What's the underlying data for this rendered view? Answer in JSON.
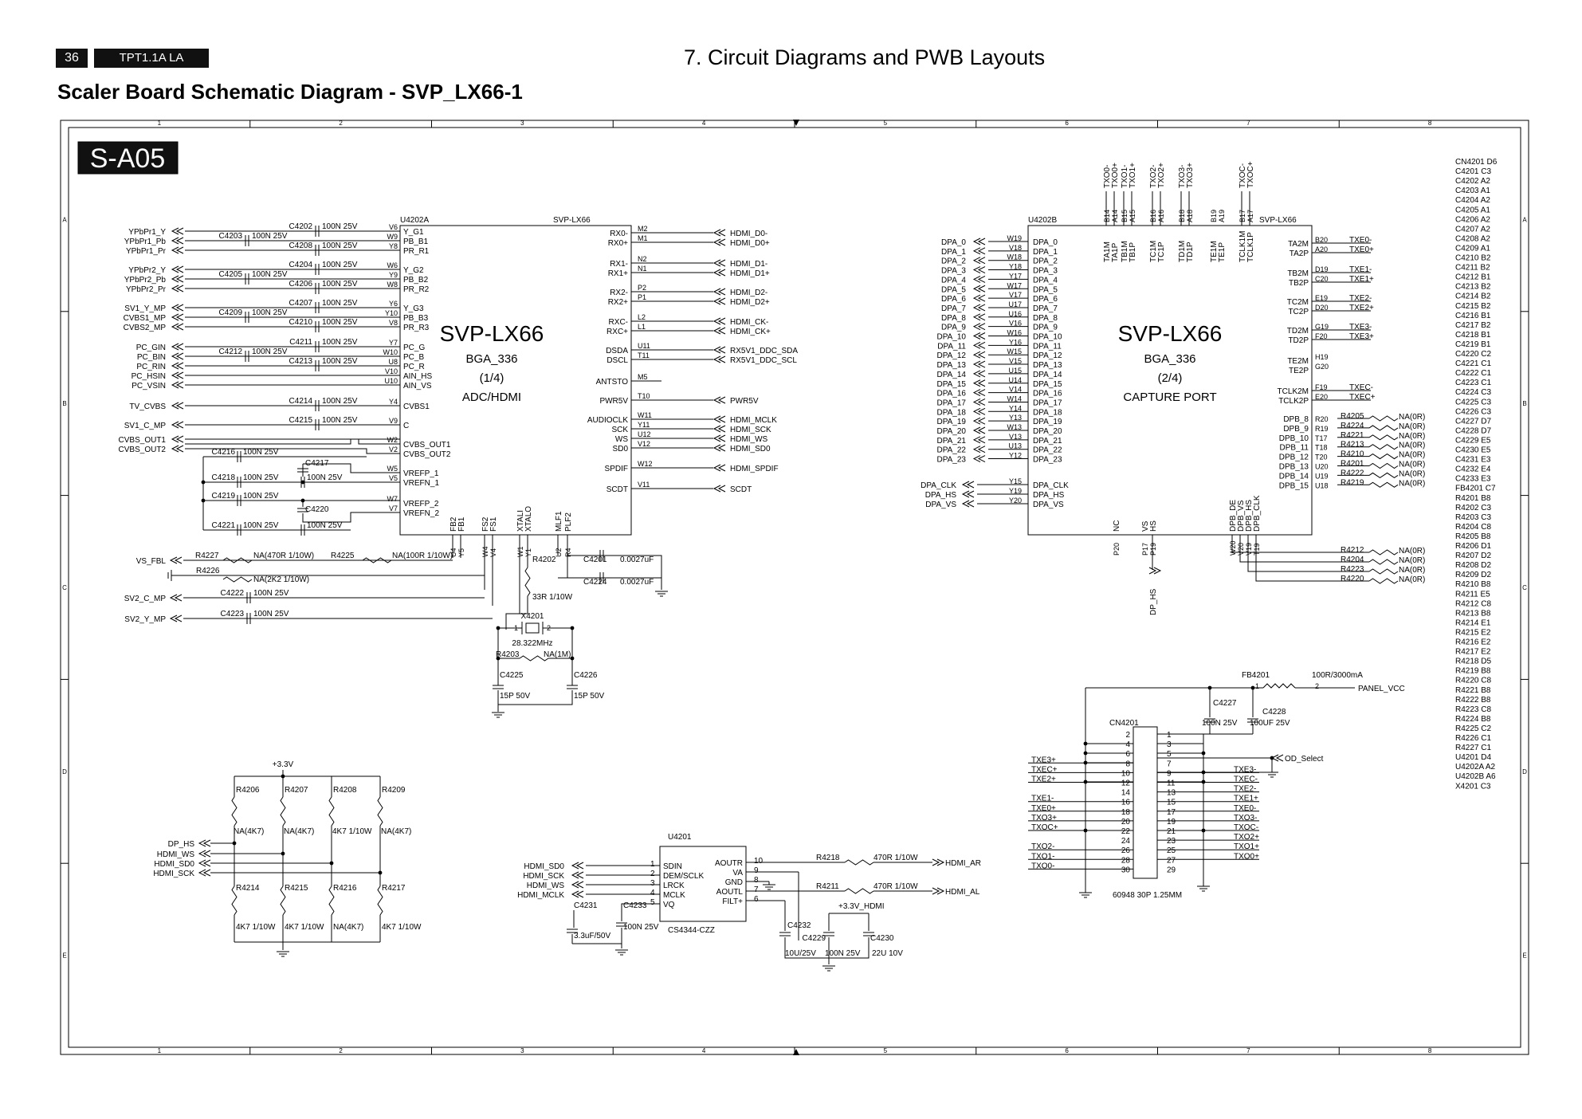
{
  "header": {
    "page_number": "36",
    "model": "TPT1.1A LA",
    "chapter": "7. Circuit Diagrams and PWB Layouts",
    "title": "Scaler Board Schematic Diagram - SVP_LX66-1"
  },
  "sheet_id": "S-A05",
  "grid": {
    "columns": [
      "1",
      "2",
      "3",
      "4",
      "5",
      "6",
      "7",
      "8"
    ],
    "rows": [
      "A",
      "B",
      "C",
      "D",
      "E"
    ]
  },
  "u4202a": {
    "ref": "U4202A",
    "part": "SVP-LX66",
    "name": "SVP-LX66",
    "package": "BGA_336",
    "part_of": "(1/4)",
    "function": "ADC/HDMI",
    "left_pins": [
      {
        "net": "YPbPr1_Y",
        "cap": "C4202",
        "val": "100N 25V",
        "ball": "V6",
        "pin": "Y_G1"
      },
      {
        "net": "YPbPr1_Pb",
        "cap": "C4203",
        "val": "100N 25V",
        "ball": "W9",
        "pin": "PB_B1"
      },
      {
        "net": "YPbPr1_Pr",
        "cap": "C4208",
        "val": "100N 25V",
        "ball": "Y8",
        "pin": "PR_R1"
      },
      {
        "net": "YPbPr2_Y",
        "cap": "C4204",
        "val": "100N 25V",
        "ball": "W6",
        "pin": "Y_G2"
      },
      {
        "net": "YPbPr2_Pb",
        "cap": "C4205",
        "val": "100N 25V",
        "ball": "Y9",
        "pin": "PB_B2"
      },
      {
        "net": "YPbPr2_Pr",
        "cap": "C4206",
        "val": "100N 25V",
        "ball": "W8",
        "pin": "PR_R2"
      },
      {
        "net": "SV1_Y_MP",
        "cap": "C4207",
        "val": "100N 25V",
        "ball": "Y6",
        "pin": "Y_G3"
      },
      {
        "net": "CVBS1_MP",
        "cap": "C4209",
        "val": "100N 25V",
        "ball": "Y10",
        "pin": "PB_B3"
      },
      {
        "net": "CVBS2_MP",
        "cap": "C4210",
        "val": "100N 25V",
        "ball": "V8",
        "pin": "PR_R3"
      },
      {
        "net": "PC_GIN",
        "cap": "C4211",
        "val": "100N 25V",
        "ball": "Y7",
        "pin": "PC_G"
      },
      {
        "net": "PC_BIN",
        "cap": "C4212",
        "val": "100N 25V",
        "ball": "W10",
        "pin": "PC_B"
      },
      {
        "net": "PC_RIN",
        "cap": "C4213",
        "val": "100N 25V",
        "ball": "U8",
        "pin": "PC_R"
      },
      {
        "net": "PC_HSIN",
        "cap": "",
        "val": "",
        "ball": "V10",
        "pin": "AIN_HS"
      },
      {
        "net": "PC_VSIN",
        "cap": "",
        "val": "",
        "ball": "U10",
        "pin": "AIN_VS"
      },
      {
        "net": "TV_CVBS",
        "cap": "C4214",
        "val": "100N 25V",
        "ball": "Y4",
        "pin": "CVBS1"
      },
      {
        "net": "SV1_C_MP",
        "cap": "C4215",
        "val": "100N 25V",
        "ball": "V9",
        "pin": "C"
      },
      {
        "net": "CVBS_OUT1",
        "cap": "",
        "val": "",
        "ball": "W2",
        "pin": "CVBS_OUT1"
      },
      {
        "net": "CVBS_OUT2",
        "cap": "",
        "val": "",
        "ball": "V2",
        "pin": "CVBS_OUT2"
      },
      {
        "net": "",
        "cap": "",
        "val": "",
        "ball": "W5",
        "pin": "VREFP_1"
      },
      {
        "net": "",
        "cap": "",
        "val": "",
        "ball": "V5",
        "pin": "VREFN_1"
      },
      {
        "net": "",
        "cap": "",
        "val": "",
        "ball": "W7",
        "pin": "VREFP_2"
      },
      {
        "net": "",
        "cap": "",
        "val": "",
        "ball": "V7",
        "pin": "VREFN_2"
      }
    ],
    "right_pins": [
      {
        "pin": "RX0-",
        "ball": "M2",
        "net": "HDMI_D0-"
      },
      {
        "pin": "RX0+",
        "ball": "M1",
        "net": "HDMI_D0+"
      },
      {
        "pin": "RX1-",
        "ball": "N2",
        "net": "HDMI_D1-"
      },
      {
        "pin": "RX1+",
        "ball": "N1",
        "net": "HDMI_D1+"
      },
      {
        "pin": "RX2-",
        "ball": "P2",
        "net": "HDMI_D2-"
      },
      {
        "pin": "RX2+",
        "ball": "P1",
        "net": "HDMI_D2+"
      },
      {
        "pin": "RXC-",
        "ball": "L2",
        "net": "HDMI_CK-"
      },
      {
        "pin": "RXC+",
        "ball": "L1",
        "net": "HDMI_CK+"
      },
      {
        "pin": "DSDA",
        "ball": "U11",
        "net": "RX5V1_DDC_SDA"
      },
      {
        "pin": "DSCL",
        "ball": "T11",
        "net": "RX5V1_DDC_SCL"
      },
      {
        "pin": "ANTSTO",
        "ball": "M5",
        "net": ""
      },
      {
        "pin": "PWR5V",
        "ball": "T10",
        "net": "PWR5V"
      },
      {
        "pin": "AUDIOCLK",
        "ball": "W11",
        "net": "HDMI_MCLK"
      },
      {
        "pin": "SCK",
        "ball": "Y11",
        "net": "HDMI_SCK"
      },
      {
        "pin": "WS",
        "ball": "U12",
        "net": "HDMI_WS"
      },
      {
        "pin": "SD0",
        "ball": "V12",
        "net": "HDMI_SD0"
      },
      {
        "pin": "SPDIF",
        "ball": "W12",
        "net": "HDMI_SPDIF"
      },
      {
        "pin": "SCDT",
        "ball": "V11",
        "net": "SCDT"
      }
    ],
    "bottom_pins": [
      {
        "pin": "FB2",
        "ball": "U4"
      },
      {
        "pin": "FB1",
        "ball": "Y5"
      },
      {
        "pin": "FS2",
        "ball": "W4"
      },
      {
        "pin": "FS1",
        "ball": "V4"
      },
      {
        "pin": "XTALI",
        "ball": "W1"
      },
      {
        "pin": "XTALO",
        "ball": "Y1"
      },
      {
        "pin": "MLF1",
        "ball": "U2"
      },
      {
        "pin": "PLF2",
        "ball": "R4"
      }
    ]
  },
  "ref_caps": [
    {
      "ref": "C4216",
      "val": "100N 25V"
    },
    {
      "ref": "C4217",
      "val": ""
    },
    {
      "ref": "C4218",
      "val": "100N 25V"
    },
    {
      "ref": "",
      "val": "100N 25V"
    },
    {
      "ref": "C4219",
      "val": "100N 25V"
    },
    {
      "ref": "C4220",
      "val": ""
    },
    {
      "ref": "C4221",
      "val": "100N 25V"
    },
    {
      "ref": "",
      "val": "100N 25V"
    }
  ],
  "misc_left": {
    "vs_fbl": "VS_FBL",
    "r4227": "R4227",
    "r4227_val": "NA(470R 1/10W)",
    "r4225": "R4225",
    "r4225_val": "NA(100R 1/10W)",
    "r4226": "R4226",
    "r4226_val": "NA(2K2 1/10W)",
    "sv2_c": "SV2_C_MP",
    "c4222": "C4222",
    "c4222_val": "100N 25V",
    "sv2_y": "SV2_Y_MP",
    "c4223": "C4223",
    "c4223_val": "100N 25V"
  },
  "xtal": {
    "r4202": "R4202",
    "r4202_val": "33R 1/10W",
    "c4201": "C4201",
    "c4201_val": "0.0027uF",
    "c4224": "C4224",
    "c4224_val": "0.0027uF",
    "x4201": "X4201",
    "pin1": "1",
    "pin2": "2",
    "freq": "28.322MHz",
    "r4203": "R4203",
    "r4203_val": "NA(1M)",
    "c4225": "C4225",
    "c4225_val": "15P 50V",
    "c4226": "C4226",
    "c4226_val": "15P 50V"
  },
  "u4202b": {
    "ref": "U4202B",
    "part": "SVP-LX66",
    "name": "SVP-LX66",
    "package": "BGA_336",
    "part_of": "(2/4)",
    "function": "CAPTURE PORT",
    "left_pins": [
      {
        "net": "DPA_0",
        "ball": "W19",
        "pin": "DPA_0"
      },
      {
        "net": "DPA_1",
        "ball": "V18",
        "pin": "DPA_1"
      },
      {
        "net": "DPA_2",
        "ball": "W18",
        "pin": "DPA_2"
      },
      {
        "net": "DPA_3",
        "ball": "Y18",
        "pin": "DPA_3"
      },
      {
        "net": "DPA_4",
        "ball": "Y17",
        "pin": "DPA_4"
      },
      {
        "net": "DPA_5",
        "ball": "W17",
        "pin": "DPA_5"
      },
      {
        "net": "DPA_6",
        "ball": "V17",
        "pin": "DPA_6"
      },
      {
        "net": "DPA_7",
        "ball": "U17",
        "pin": "DPA_7"
      },
      {
        "net": "DPA_8",
        "ball": "U16",
        "pin": "DPA_8"
      },
      {
        "net": "DPA_9",
        "ball": "V16",
        "pin": "DPA_9"
      },
      {
        "net": "DPA_10",
        "ball": "W16",
        "pin": "DPA_10"
      },
      {
        "net": "DPA_11",
        "ball": "Y16",
        "pin": "DPA_11"
      },
      {
        "net": "DPA_12",
        "ball": "W15",
        "pin": "DPA_12"
      },
      {
        "net": "DPA_13",
        "ball": "V15",
        "pin": "DPA_13"
      },
      {
        "net": "DPA_14",
        "ball": "U15",
        "pin": "DPA_14"
      },
      {
        "net": "DPA_15",
        "ball": "U14",
        "pin": "DPA_15"
      },
      {
        "net": "DPA_16",
        "ball": "V14",
        "pin": "DPA_16"
      },
      {
        "net": "DPA_17",
        "ball": "W14",
        "pin": "DPA_17"
      },
      {
        "net": "DPA_18",
        "ball": "Y14",
        "pin": "DPA_18"
      },
      {
        "net": "DPA_19",
        "ball": "Y13",
        "pin": "DPA_19"
      },
      {
        "net": "DPA_20",
        "ball": "W13",
        "pin": "DPA_20"
      },
      {
        "net": "DPA_21",
        "ball": "V13",
        "pin": "DPA_21"
      },
      {
        "net": "DPA_22",
        "ball": "U13",
        "pin": "DPA_22"
      },
      {
        "net": "DPA_23",
        "ball": "Y12",
        "pin": "DPA_23"
      }
    ],
    "sync_pins": [
      {
        "net": "DPA_CLK",
        "ball": "Y15",
        "pin": "DPA_CLK"
      },
      {
        "net": "DPA_HS",
        "ball": "Y19",
        "pin": "DPA_HS"
      },
      {
        "net": "DPA_VS",
        "ball": "Y20",
        "pin": "DPA_VS"
      }
    ],
    "top_pins": [
      {
        "net": "TXO0-",
        "ball": "B14",
        "pin": "TA1M"
      },
      {
        "net": "TXO0+",
        "ball": "A14",
        "pin": "TA1P"
      },
      {
        "net": "TXO1-",
        "ball": "B15",
        "pin": "TB1M"
      },
      {
        "net": "TXO1+",
        "ball": "A15",
        "pin": "TB1P"
      },
      {
        "net": "TXO2-",
        "ball": "B16",
        "pin": "TC1M"
      },
      {
        "net": "TXO2+",
        "ball": "A16",
        "pin": "TC1P"
      },
      {
        "net": "TXO3-",
        "ball": "B18",
        "pin": "TD1M"
      },
      {
        "net": "TXO3+",
        "ball": "A18",
        "pin": "TD1P"
      },
      {
        "net": "",
        "ball": "B19",
        "pin": "TE1M"
      },
      {
        "net": "",
        "ball": "A19",
        "pin": "TE1P"
      },
      {
        "net": "TXOC-",
        "ball": "B17",
        "pin": "TCLK1M"
      },
      {
        "net": "TXOC+",
        "ball": "A17",
        "pin": "TCLK1P"
      }
    ],
    "right_pins": [
      {
        "pin": "TA2M",
        "ball": "B20",
        "net": "TXE0-"
      },
      {
        "pin": "TA2P",
        "ball": "A20",
        "net": "TXE0+"
      },
      {
        "pin": "TB2M",
        "ball": "D19",
        "net": "TXE1-"
      },
      {
        "pin": "TB2P",
        "ball": "C20",
        "net": "TXE1+"
      },
      {
        "pin": "TC2M",
        "ball": "E19",
        "net": "TXE2-"
      },
      {
        "pin": "TC2P",
        "ball": "D20",
        "net": "TXE2+"
      },
      {
        "pin": "TD2M",
        "ball": "G19",
        "net": "TXE3-"
      },
      {
        "pin": "TD2P",
        "ball": "F20",
        "net": "TXE3+"
      },
      {
        "pin": "TE2M",
        "ball": "H19",
        "net": ""
      },
      {
        "pin": "TE2P",
        "ball": "G20",
        "net": ""
      },
      {
        "pin": "TCLK2M",
        "ball": "F19",
        "net": "TXEC-"
      },
      {
        "pin": "TCLK2P",
        "ball": "E20",
        "net": "TXEC+"
      }
    ],
    "dpb_pins": [
      {
        "pin": "DPB_8",
        "ball": "R20",
        "res": "R4205",
        "val": "NA(0R)"
      },
      {
        "pin": "DPB_9",
        "ball": "R19",
        "res": "R4224",
        "val": "NA(0R)"
      },
      {
        "pin": "DPB_10",
        "ball": "T17",
        "res": "R4221",
        "val": "NA(0R)"
      },
      {
        "pin": "DPB_11",
        "ball": "T18",
        "res": "R4213",
        "val": "NA(0R)"
      },
      {
        "pin": "DPB_12",
        "ball": "T20",
        "res": "R4210",
        "val": "NA(0R)"
      },
      {
        "pin": "DPB_13",
        "ball": "U20",
        "res": "R4201",
        "val": "NA(0R)"
      },
      {
        "pin": "DPB_14",
        "ball": "U19",
        "res": "R4222",
        "val": "NA(0R)"
      },
      {
        "pin": "DPB_15",
        "ball": "U18",
        "res": "R4219",
        "val": "NA(0R)"
      }
    ],
    "bottom_pins": [
      {
        "pin": "NC",
        "ball": "P20"
      },
      {
        "pin": "VS",
        "ball": "P17"
      },
      {
        "pin": "HS",
        "ball": "P19"
      },
      {
        "pin": "DPB_DE",
        "ball": "W20"
      },
      {
        "pin": "DPB_VS",
        "ball": "V20"
      },
      {
        "pin": "DPB_HS",
        "ball": "V19"
      },
      {
        "pin": "DPB_CLK",
        "ball": "T19"
      }
    ],
    "dp_hs": "DP_HS",
    "dpb_bottom_res": [
      {
        "res": "R4212",
        "val": "NA(0R)"
      },
      {
        "res": "R4204",
        "val": "NA(0R)"
      },
      {
        "res": "R4223",
        "val": "NA(0R)"
      },
      {
        "res": "R4220",
        "val": "NA(0R)"
      }
    ]
  },
  "pullups": {
    "supply": "+3.3V",
    "upper": [
      {
        "ref": "R4206",
        "val": "NA(4K7)"
      },
      {
        "ref": "R4207",
        "val": "NA(4K7)"
      },
      {
        "ref": "R4208",
        "val": "4K7 1/10W"
      },
      {
        "ref": "R4209",
        "val": "NA(4K7)"
      }
    ],
    "nets": [
      "DP_HS",
      "HDMI_WS",
      "HDMI_SD0",
      "HDMI_SCK"
    ],
    "lower": [
      {
        "ref": "R4214",
        "val": "4K7 1/10W"
      },
      {
        "ref": "R4215",
        "val": "4K7 1/10W"
      },
      {
        "ref": "R4216",
        "val": "NA(4K7)"
      },
      {
        "ref": "R4217",
        "val": "4K7 1/10W"
      }
    ]
  },
  "dac": {
    "ref": "U4201",
    "part": "CS4344-CZZ",
    "left_nets": [
      "HDMI_SD0",
      "HDMI_SCK",
      "HDMI_WS",
      "HDMI_MCLK"
    ],
    "left_nums": [
      "1",
      "2",
      "3",
      "4",
      "5"
    ],
    "left_pins": [
      "SDIN",
      "DEM/SCLK",
      "LRCK",
      "MCLK",
      "VQ"
    ],
    "right_pins": [
      "AOUTR",
      "VA",
      "GND",
      "AOUTL",
      "FILT+"
    ],
    "right_nums": [
      "10",
      "9",
      "8",
      "7",
      "6"
    ],
    "r4218": "R4218",
    "r4218_val": "470R 1/10W",
    "hdmi_ar": "HDMI_AR",
    "r4211": "R4211",
    "r4211_val": "470R 1/10W",
    "hdmi_al": "HDMI_AL",
    "supply": "+3.3V_HDMI",
    "c4231": "C4231",
    "c4231_val": "3.3uF/50V",
    "c4233": "C4233",
    "c4233_val": "100N 25V",
    "c4232": "C4232",
    "c4232_val": "10U/25V",
    "c4229": "C4229",
    "c4229_val": "100N 25V",
    "c4230": "C4230",
    "c4230_val": "22U 10V"
  },
  "connector": {
    "ref": "CN4201",
    "part": "60948 30P 1.25MM",
    "fb": "FB4201",
    "fb_val": "100R/3000mA",
    "fb_pin1": "1",
    "fb_pin2": "2",
    "panel_vcc": "PANEL_VCC",
    "c4227": "C4227",
    "c4227_val": "100N 25V",
    "c4228": "C4228",
    "c4228_val": "100UF 25V",
    "od_select": "OD_Select",
    "left_nums": [
      "2",
      "4",
      "6",
      "8",
      "10",
      "12",
      "14",
      "16",
      "18",
      "20",
      "22",
      "24",
      "26",
      "28",
      "30"
    ],
    "left_nets": [
      "",
      "",
      "",
      "TXE3+",
      "TXEC+",
      "TXE2+",
      "",
      "TXE1-",
      "TXE0+",
      "TXO3+",
      "TXOC+",
      "",
      "TXO2-",
      "TXO1-",
      "TXO0-"
    ],
    "right_nums": [
      "1",
      "3",
      "5",
      "7",
      "9",
      "11",
      "13",
      "15",
      "17",
      "19",
      "21",
      "23",
      "25",
      "27",
      "29"
    ],
    "right_nets": [
      "",
      "",
      "",
      "",
      "TXE3-",
      "TXEC-",
      "TXE2-",
      "TXE1+",
      "TXE0-",
      "TXO3-",
      "TXOC-",
      "TXO2+",
      "TXO1+",
      "TXO0+",
      ""
    ]
  },
  "parts_index": [
    "CN4201 D6",
    "C4201  C3",
    "C4202  A2",
    "C4203  A1",
    "C4204  A2",
    "C4205  A1",
    "C4206  A2",
    "C4207  A2",
    "C4208  A2",
    "C4209  A1",
    "C4210  B2",
    "C4211  B2",
    "C4212  B1",
    "C4213  B2",
    "C4214  B2",
    "C4215  B2",
    "C4216  B1",
    "C4217  B2",
    "C4218  B1",
    "C4219  B1",
    "C4220  C2",
    "C4221  C1",
    "C4222  C1",
    "C4223  C1",
    "C4224  C3",
    "C4225  C3",
    "C4226  C3",
    "C4227  D7",
    "C4228  D7",
    "C4229  E5",
    "C4230  E5",
    "C4231  E3",
    "C4232  E4",
    "C4233  E3",
    "FB4201 C7",
    "R4201  B8",
    "R4202  C3",
    "R4203  C3",
    "R4204  C8",
    "R4205  B8",
    "R4206  D1",
    "R4207  D2",
    "R4208  D2",
    "R4209  D2",
    "R4210  B8",
    "R4211  E5",
    "R4212  C8",
    "R4213  B8",
    "R4214  E1",
    "R4215  E2",
    "R4216  E2",
    "R4217  E2",
    "R4218  D5",
    "R4219  B8",
    "R4220  C8",
    "R4221  B8",
    "R4222  B8",
    "R4223  C8",
    "R4224  B8",
    "R4225  C2",
    "R4226  C1",
    "R4227  C1",
    "U4201  D4",
    "U4202A A2",
    "U4202B A6",
    "X4201  C3"
  ]
}
